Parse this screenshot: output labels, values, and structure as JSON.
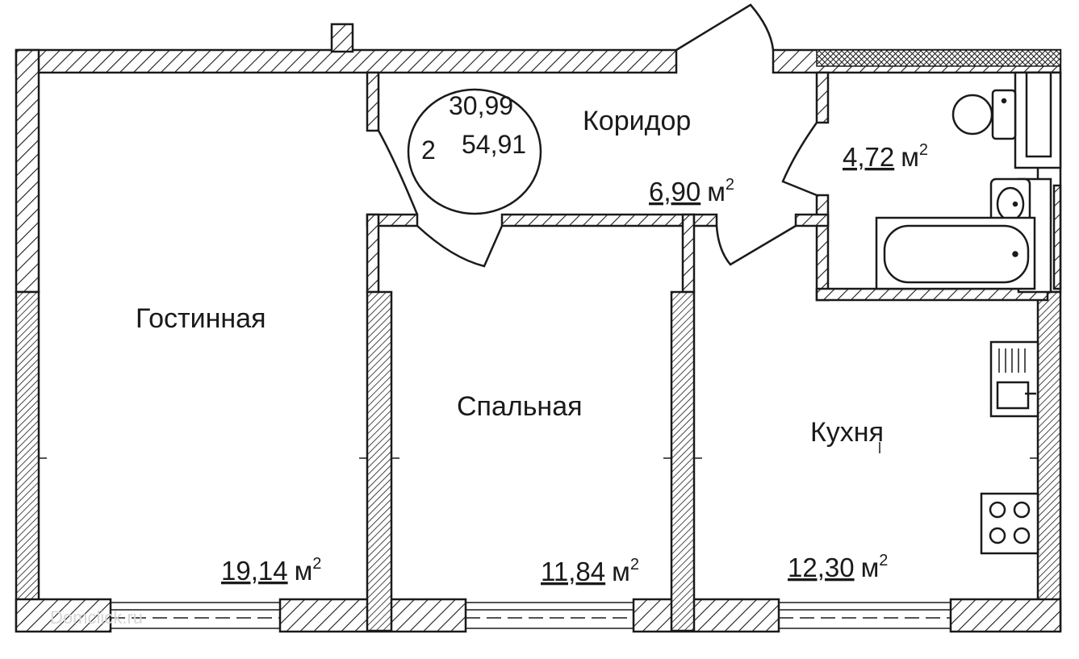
{
  "plan": {
    "badge": {
      "living_area": "30,99",
      "rooms": "2",
      "total_area": "54,91"
    },
    "rooms": [
      {
        "id": "corridor",
        "name": "Коридор",
        "area": "6,90",
        "unit": "м",
        "sup": "2"
      },
      {
        "id": "bathroom",
        "name": "",
        "area": "4,72",
        "unit": "м",
        "sup": "2"
      },
      {
        "id": "living",
        "name": "Гостинная",
        "area": "19,14",
        "unit": "м",
        "sup": "2"
      },
      {
        "id": "bedroom",
        "name": "Спальная",
        "area": "11,84",
        "unit": "м",
        "sup": "2"
      },
      {
        "id": "kitchen",
        "name": "Кухня",
        "area": "12,30",
        "unit": "м",
        "sup": "2"
      }
    ],
    "watermark": "Domclick.ru",
    "colors": {
      "wall_outline": "#1a1a1a",
      "hatch": "#1a1a1a",
      "background": "#ffffff"
    }
  }
}
